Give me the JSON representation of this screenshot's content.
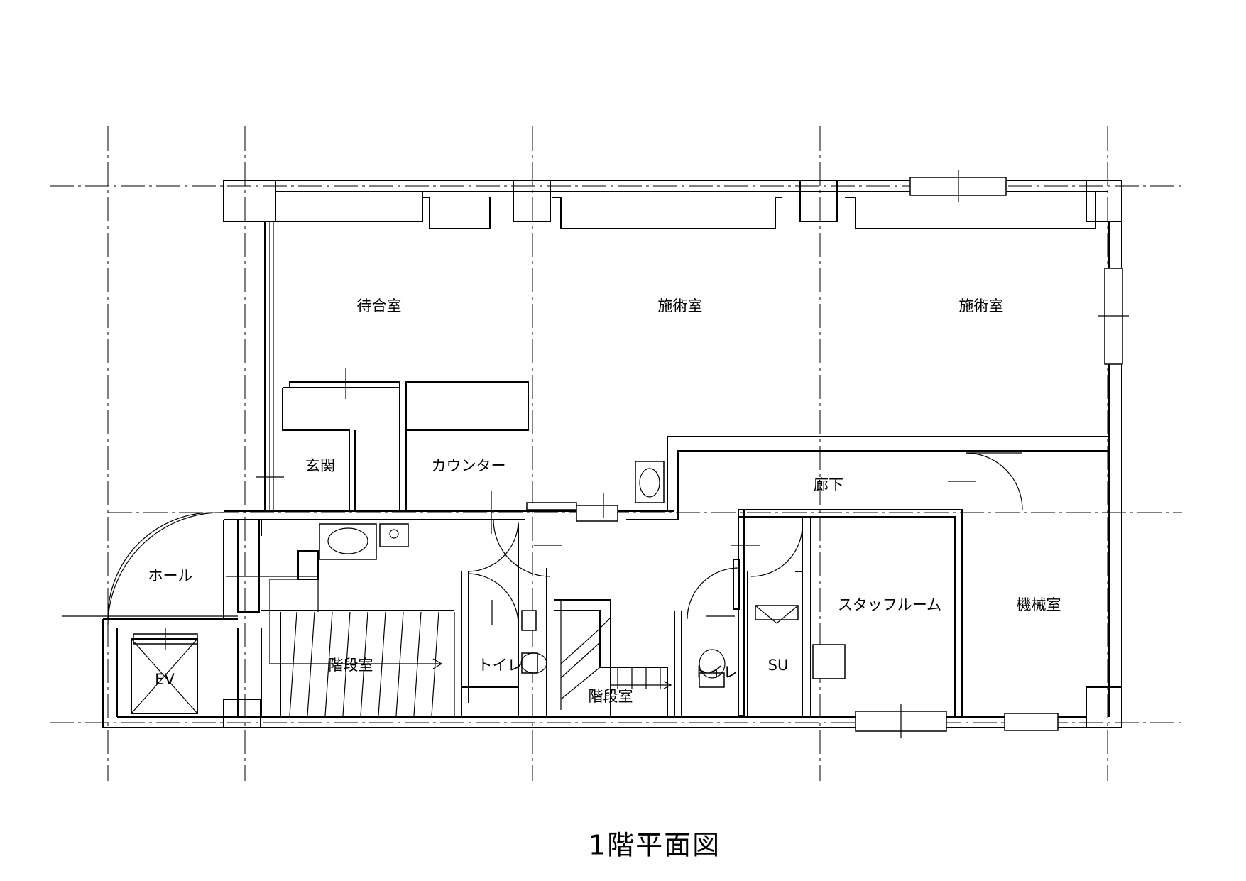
{
  "title": "1階平面図",
  "rooms": {
    "waiting": "待合室",
    "treatment_1": "施術室",
    "treatment_2": "施術室",
    "entrance": "玄関",
    "counter": "カウンター",
    "corridor": "廊下",
    "hall": "ホール",
    "elevator": "EV",
    "stairs_1": "階段室",
    "stairs_2": "階段室",
    "toilet_1": "トイレ",
    "toilet_2": "トイレ",
    "su": "SU",
    "staff_room": "スタッフルーム",
    "machine_room": "機械室"
  }
}
